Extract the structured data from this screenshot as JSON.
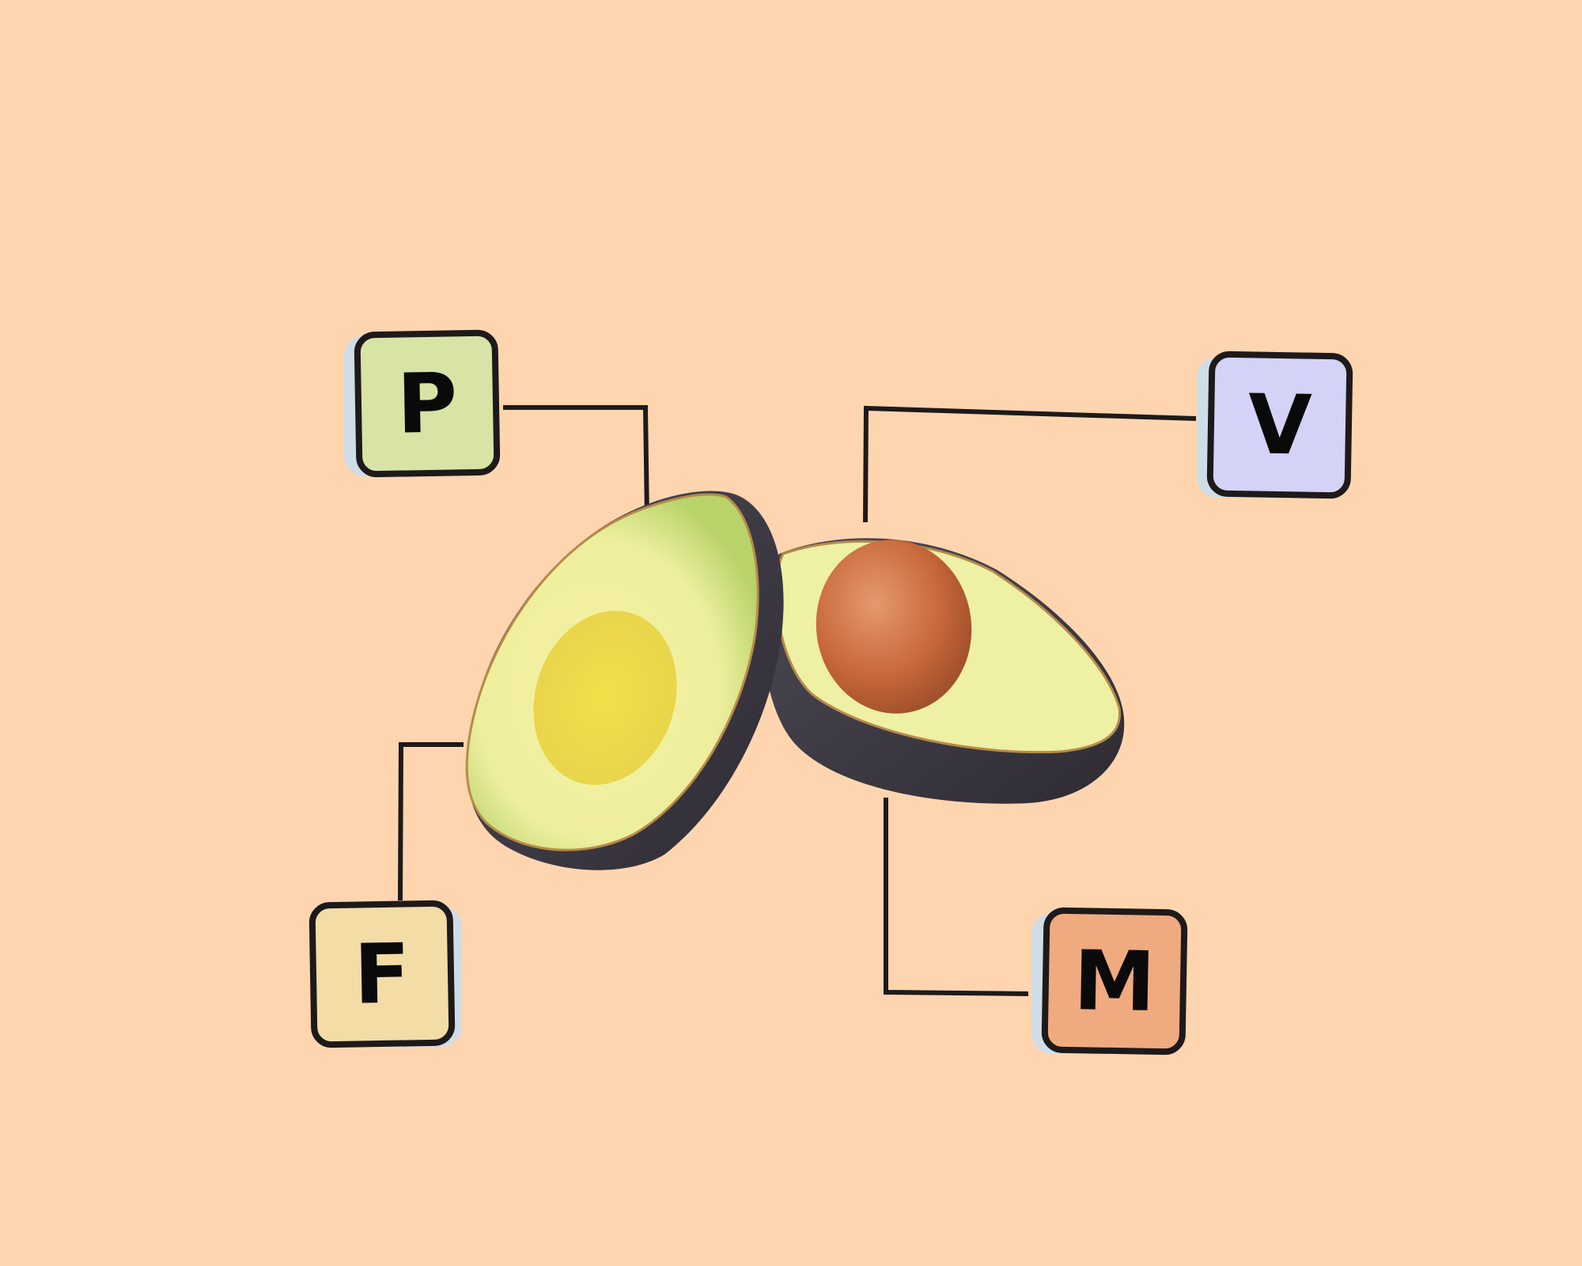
{
  "background_color": "#ffd5b0",
  "center_image": {
    "name": "avocado-halves",
    "description": "Two avocado halves, one with pit"
  },
  "labels": [
    {
      "id": "P",
      "letter": "P",
      "color": "#d7e4a5",
      "position": "top-left"
    },
    {
      "id": "V",
      "letter": "V",
      "color": "#d4d2f6",
      "position": "top-right"
    },
    {
      "id": "F",
      "letter": "F",
      "color": "#f3dca6",
      "position": "bottom-left"
    },
    {
      "id": "M",
      "letter": "M",
      "color": "#f0aa80",
      "position": "bottom-right"
    }
  ],
  "connector_color": "#1e1a1a"
}
